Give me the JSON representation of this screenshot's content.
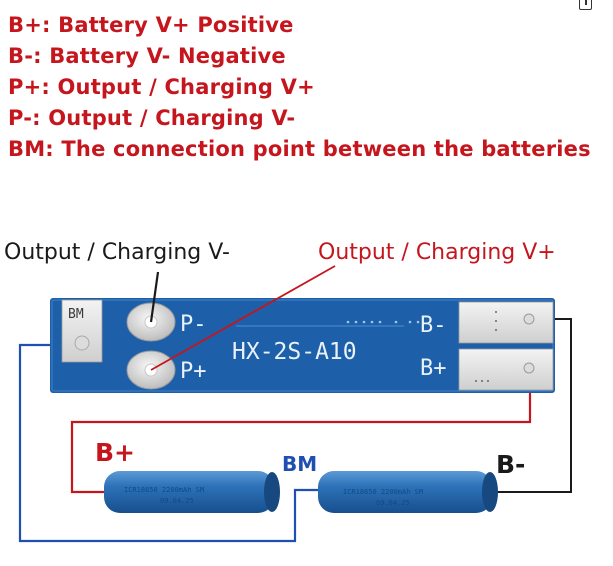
{
  "legend": [
    "B+: Battery V+ Positive",
    "B-: Battery V- Negative",
    "P+: Output / Charging V+",
    "P-: Output / Charging V-",
    "BM: The connection point between the batteries"
  ],
  "labels": {
    "output_minus": "Output / Charging V-",
    "output_plus": "Output / Charging V+"
  },
  "board": {
    "model": "HX-2S-A10",
    "pad_bm": "BM",
    "pad_p_minus": "P-",
    "pad_p_plus": "P+",
    "pad_b_minus": "B-",
    "pad_b_plus": "B+"
  },
  "wires": {
    "b_plus": "B+",
    "bm": "BM",
    "b_minus": "B-"
  },
  "cells": [
    {
      "line1": "ICR18650 2200mAh SM",
      "line2": "09.04.25"
    },
    {
      "line1": "ICR18650 2200mAh SM",
      "line2": "09.04.25"
    }
  ],
  "colors": {
    "red": "#c5161d",
    "blue_wire": "#1f4fb0",
    "board": "#1d5fa8",
    "cell": "#2e73b9"
  },
  "icons": {
    "corner": "info-icon"
  }
}
